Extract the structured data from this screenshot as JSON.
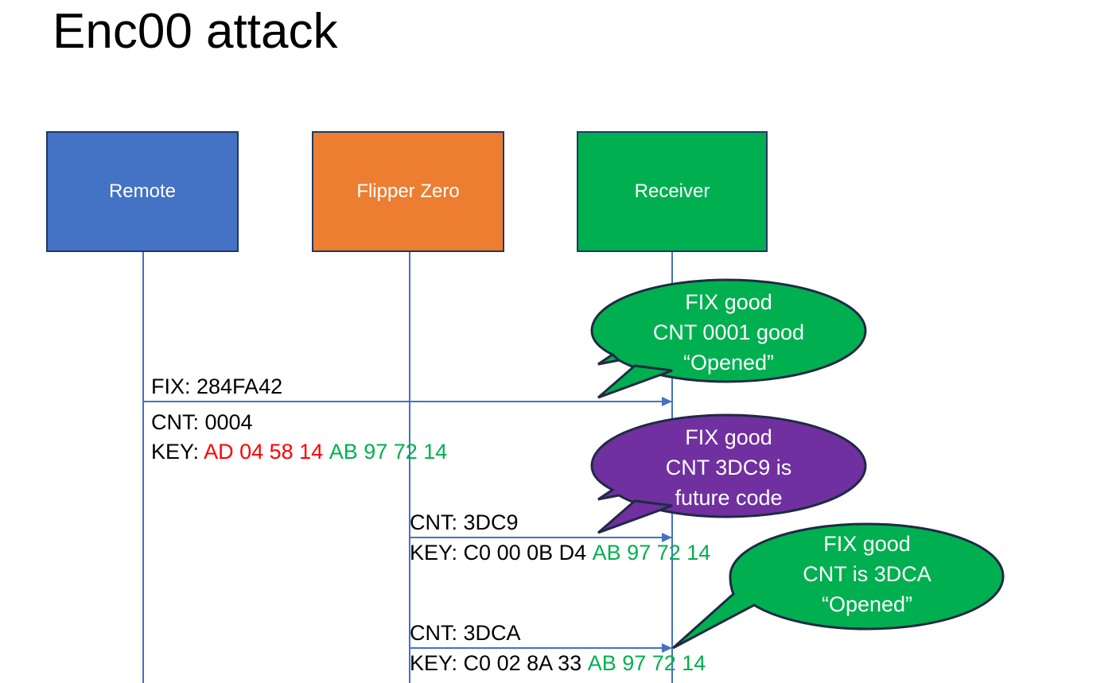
{
  "slide": {
    "title": "Enc00 attack",
    "background": "#FFFFFF"
  },
  "colors": {
    "remote_blue": "#4472C4",
    "flipper_orange": "#ED7D31",
    "receiver_green": "#00B050",
    "bubble_purple": "#7030A0",
    "box_border": "#1F3864",
    "key_red": "#FF0000",
    "key_green": "#00B050",
    "text_black": "#000000",
    "lifeline_blue": "#4472C4"
  },
  "actors": [
    {
      "id": "remote",
      "label": "Remote",
      "fill": "#4472C4"
    },
    {
      "id": "flipper",
      "label": "Flipper Zero",
      "fill": "#ED7D31"
    },
    {
      "id": "receiver",
      "label": "Receiver",
      "fill": "#00B050"
    }
  ],
  "messages": [
    {
      "id": "msg1",
      "from": "remote",
      "to": "receiver",
      "fix_line": "FIX: 284FA42",
      "cnt_line": "CNT: 0004",
      "key_prefix": "KEY: ",
      "key_variable": "AD 04 58 14",
      "key_variable_color": "#FF0000",
      "key_fixed": "AB 97 72 14",
      "key_fixed_color": "#00B050"
    },
    {
      "id": "msg2",
      "from": "flipper",
      "to": "receiver",
      "cnt_line": "CNT: 3DC9",
      "key_prefix": "KEY: ",
      "key_variable": "C0 00 0B D4",
      "key_variable_color": "#000000",
      "key_fixed": "AB 97 72 14",
      "key_fixed_color": "#00B050"
    },
    {
      "id": "msg3",
      "from": "flipper",
      "to": "receiver",
      "cnt_line": "CNT: 3DCA",
      "key_prefix": "KEY: ",
      "key_variable": "C0 02 8A 33",
      "key_variable_color": "#000000",
      "key_fixed": "AB 97 72 14",
      "key_fixed_color": "#00B050"
    }
  ],
  "callouts": [
    {
      "id": "callout1",
      "fill": "#00B050",
      "line1": "FIX good",
      "line2": "CNT 0001 good",
      "line3": "“Opened”"
    },
    {
      "id": "callout2",
      "fill": "#7030A0",
      "line1": "FIX good",
      "line2": "CNT 3DC9 is",
      "line3": "future code"
    },
    {
      "id": "callout3",
      "fill": "#00B050",
      "line1": "FIX good",
      "line2": "CNT is 3DCA",
      "line3": "“Opened”"
    }
  ]
}
